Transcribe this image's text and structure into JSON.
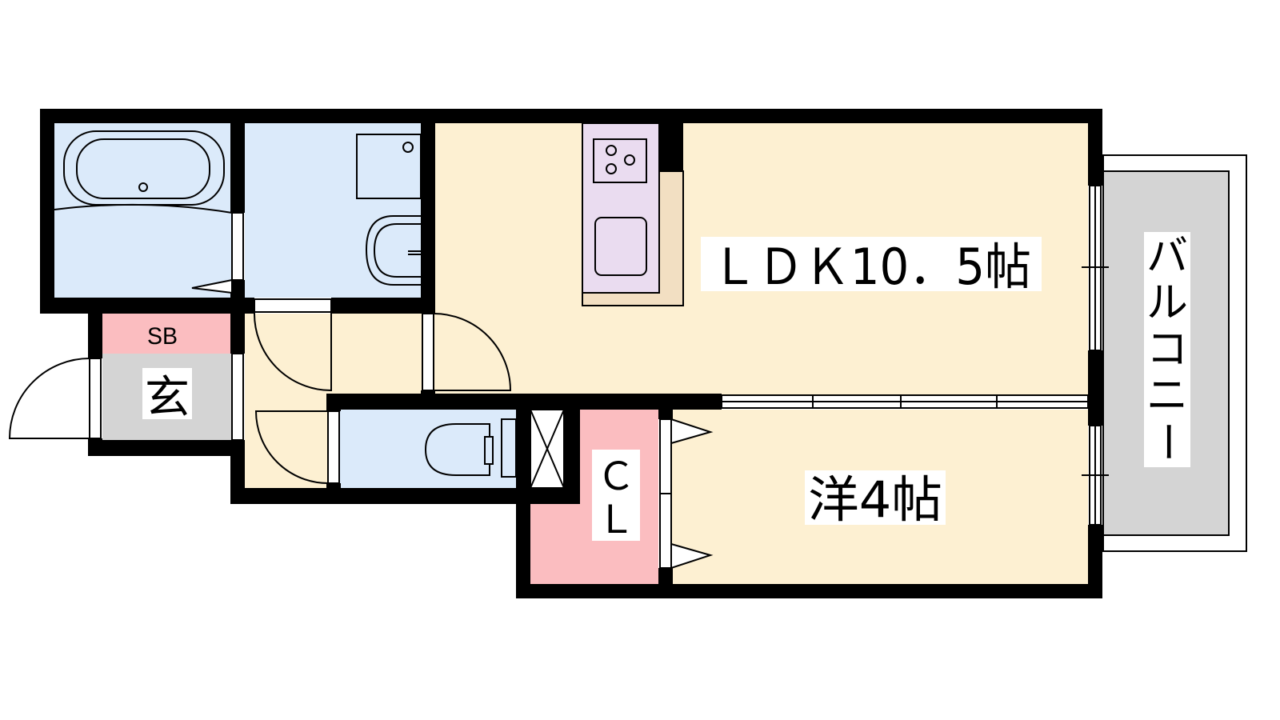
{
  "rooms": {
    "ldk": "ＬＤＫ10．5帖",
    "western": "洋4帖",
    "closet_top": "Ｃ",
    "closet_bottom": "Ｌ",
    "entrance": "玄",
    "shoebox": "SB",
    "balcony": [
      "バ",
      "ル",
      "コ",
      "ニ",
      "ー"
    ]
  },
  "colors": {
    "wall": "#000000",
    "living": "#fdf0d2",
    "wet_area": "#dbeafa",
    "kitchen": "#eadcf0",
    "counter": "#f2dfc2",
    "closet": "#fbbdc0",
    "entrance": "#d4d4d4",
    "balcony": "#d4d4d4"
  }
}
